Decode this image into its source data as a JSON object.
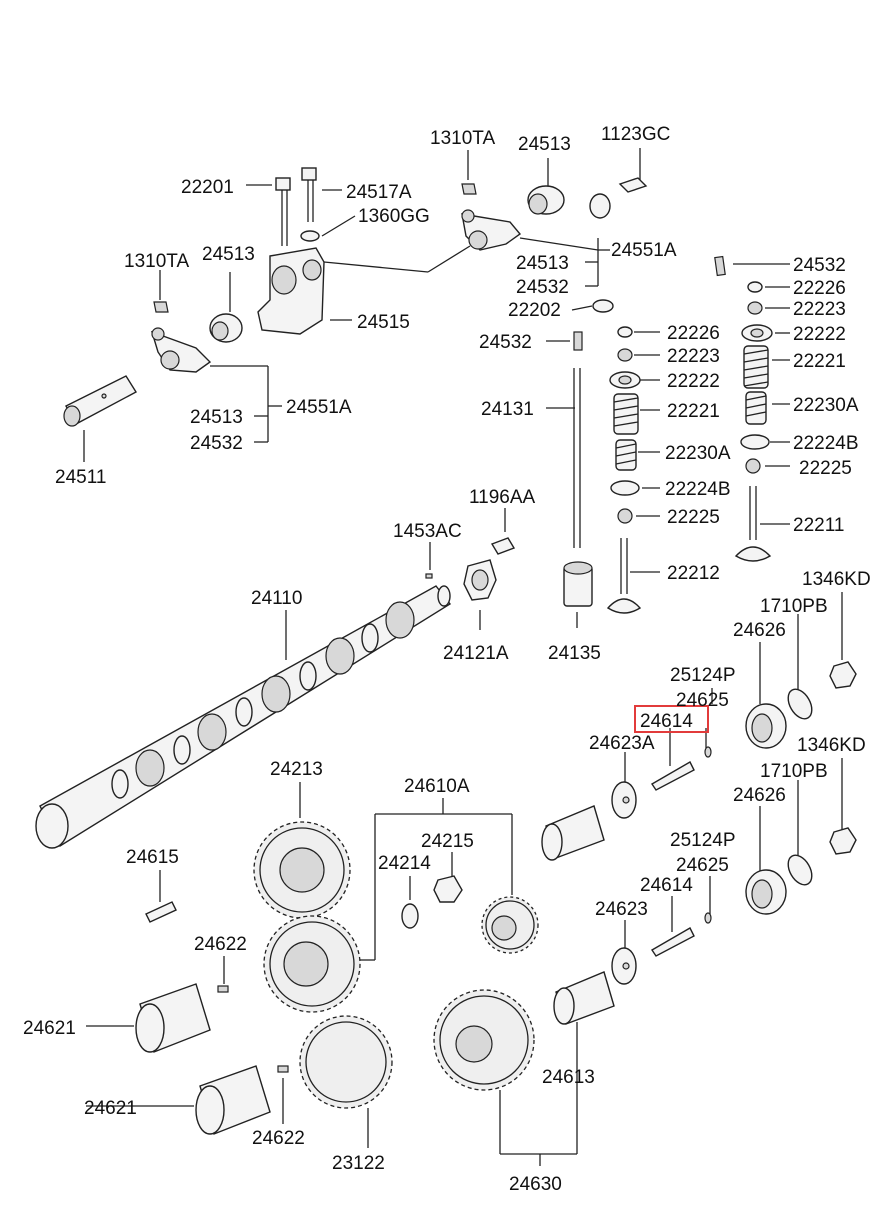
{
  "diagram": {
    "highlight_color": "#e23b3b",
    "labels": [
      {
        "id": "l1",
        "text": "1310TA"
      },
      {
        "id": "l2",
        "text": "24513"
      },
      {
        "id": "l3",
        "text": "1123GC"
      },
      {
        "id": "l4",
        "text": "22201"
      },
      {
        "id": "l5",
        "text": "24517A"
      },
      {
        "id": "l6",
        "text": "1360GG"
      },
      {
        "id": "l7",
        "text": "24551A"
      },
      {
        "id": "l8",
        "text": "24513"
      },
      {
        "id": "l9",
        "text": "24532"
      },
      {
        "id": "l10",
        "text": "1310TA"
      },
      {
        "id": "l11",
        "text": "24513"
      },
      {
        "id": "l12",
        "text": "24515"
      },
      {
        "id": "l13",
        "text": "24532"
      },
      {
        "id": "l14",
        "text": "22226"
      },
      {
        "id": "l15",
        "text": "22223"
      },
      {
        "id": "l16",
        "text": "22222"
      },
      {
        "id": "l17",
        "text": "22221"
      },
      {
        "id": "l18",
        "text": "22230A"
      },
      {
        "id": "l19",
        "text": "22224B"
      },
      {
        "id": "l20",
        "text": "22225"
      },
      {
        "id": "l21",
        "text": "22211"
      },
      {
        "id": "l22",
        "text": "22202"
      },
      {
        "id": "l23",
        "text": "24532"
      },
      {
        "id": "l24",
        "text": "22226"
      },
      {
        "id": "l25",
        "text": "22223"
      },
      {
        "id": "l26",
        "text": "22222"
      },
      {
        "id": "l27",
        "text": "24131"
      },
      {
        "id": "l28",
        "text": "22221"
      },
      {
        "id": "l29",
        "text": "22230A"
      },
      {
        "id": "l30",
        "text": "22224B"
      },
      {
        "id": "l31",
        "text": "22225"
      },
      {
        "id": "l32",
        "text": "22212"
      },
      {
        "id": "l33",
        "text": "24551A"
      },
      {
        "id": "l34",
        "text": "24513"
      },
      {
        "id": "l35",
        "text": "24532"
      },
      {
        "id": "l36",
        "text": "24511"
      },
      {
        "id": "l37",
        "text": "1196AA"
      },
      {
        "id": "l38",
        "text": "1453AC"
      },
      {
        "id": "l39",
        "text": "24110"
      },
      {
        "id": "l40",
        "text": "24121A"
      },
      {
        "id": "l41",
        "text": "24135"
      },
      {
        "id": "l42",
        "text": "1346KD"
      },
      {
        "id": "l43",
        "text": "1710PB"
      },
      {
        "id": "l44",
        "text": "24626"
      },
      {
        "id": "l45",
        "text": "25124P"
      },
      {
        "id": "l46",
        "text": "24625"
      },
      {
        "id": "l47",
        "text": "24614"
      },
      {
        "id": "l48",
        "text": "24623A"
      },
      {
        "id": "l49",
        "text": "1346KD"
      },
      {
        "id": "l50",
        "text": "1710PB"
      },
      {
        "id": "l51",
        "text": "24626"
      },
      {
        "id": "l52",
        "text": "24213"
      },
      {
        "id": "l53",
        "text": "24610A"
      },
      {
        "id": "l54",
        "text": "24215"
      },
      {
        "id": "l55",
        "text": "24214"
      },
      {
        "id": "l56",
        "text": "24615"
      },
      {
        "id": "l57",
        "text": "25124P"
      },
      {
        "id": "l58",
        "text": "24625"
      },
      {
        "id": "l59",
        "text": "24614"
      },
      {
        "id": "l60",
        "text": "24623"
      },
      {
        "id": "l61",
        "text": "24622"
      },
      {
        "id": "l62",
        "text": "24621"
      },
      {
        "id": "l63",
        "text": "24613"
      },
      {
        "id": "l64",
        "text": "24621"
      },
      {
        "id": "l65",
        "text": "24622"
      },
      {
        "id": "l66",
        "text": "23122"
      },
      {
        "id": "l67",
        "text": "24630"
      }
    ]
  }
}
